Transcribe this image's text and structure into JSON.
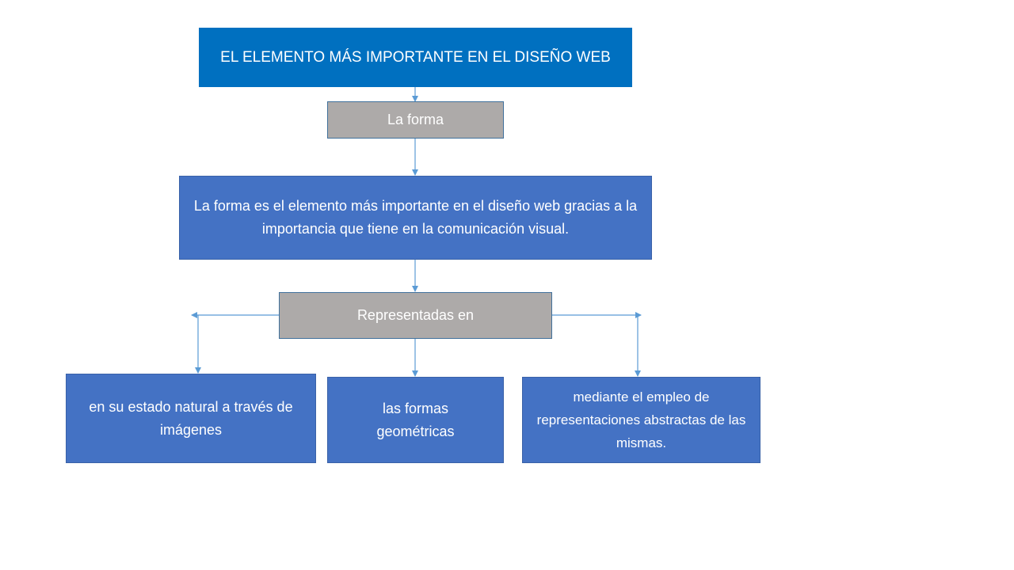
{
  "title": "EL ELEMENTO MÁS IMPORTANTE EN EL DISEÑO WEB",
  "level1": "La forma",
  "description": "La forma es el elemento más importante en el diseño web gracias a la importancia que tiene en la comunicación visual.",
  "connector": "Representadas en",
  "branches": [
    "en su estado natural a través de imágenes",
    "las formas geométricas",
    "mediante el empleo de representaciones abstractas de las mismas."
  ],
  "colors": {
    "title_bg": "#0070C0",
    "box_bg": "#4472C4",
    "gray_bg": "#ADAAA9",
    "line": "#5B9BD5"
  }
}
